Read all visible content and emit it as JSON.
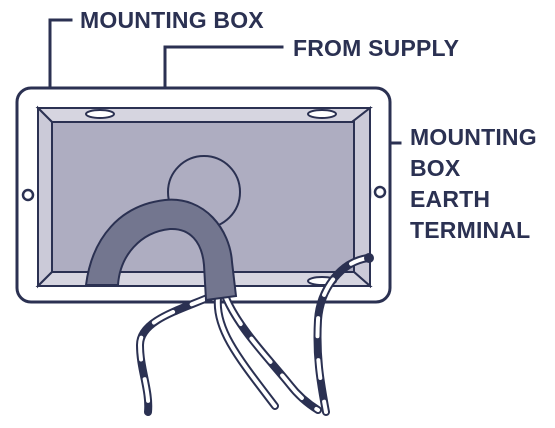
{
  "labels": {
    "mounting_box": "MOUNTING BOX",
    "from_supply": "FROM SUPPLY",
    "earth_terminal_lines": [
      "MOUNTING",
      "BOX",
      "EARTH",
      "TERMINAL"
    ]
  },
  "colors": {
    "outline": "#2b3152",
    "box_fill": "#ffffff",
    "inner_fill": "#bcbbcc",
    "back_panel": "#aeadc1",
    "sleeve": "#73768f",
    "wire_dark": "#2b3152",
    "wire_light": "#ffffff",
    "text": "#2b3152"
  },
  "icons": {
    "cable": "sheathed-supply-cable",
    "earth_terminal": "earth-terminal-screw",
    "knockout": "cable-knockout-hole"
  }
}
